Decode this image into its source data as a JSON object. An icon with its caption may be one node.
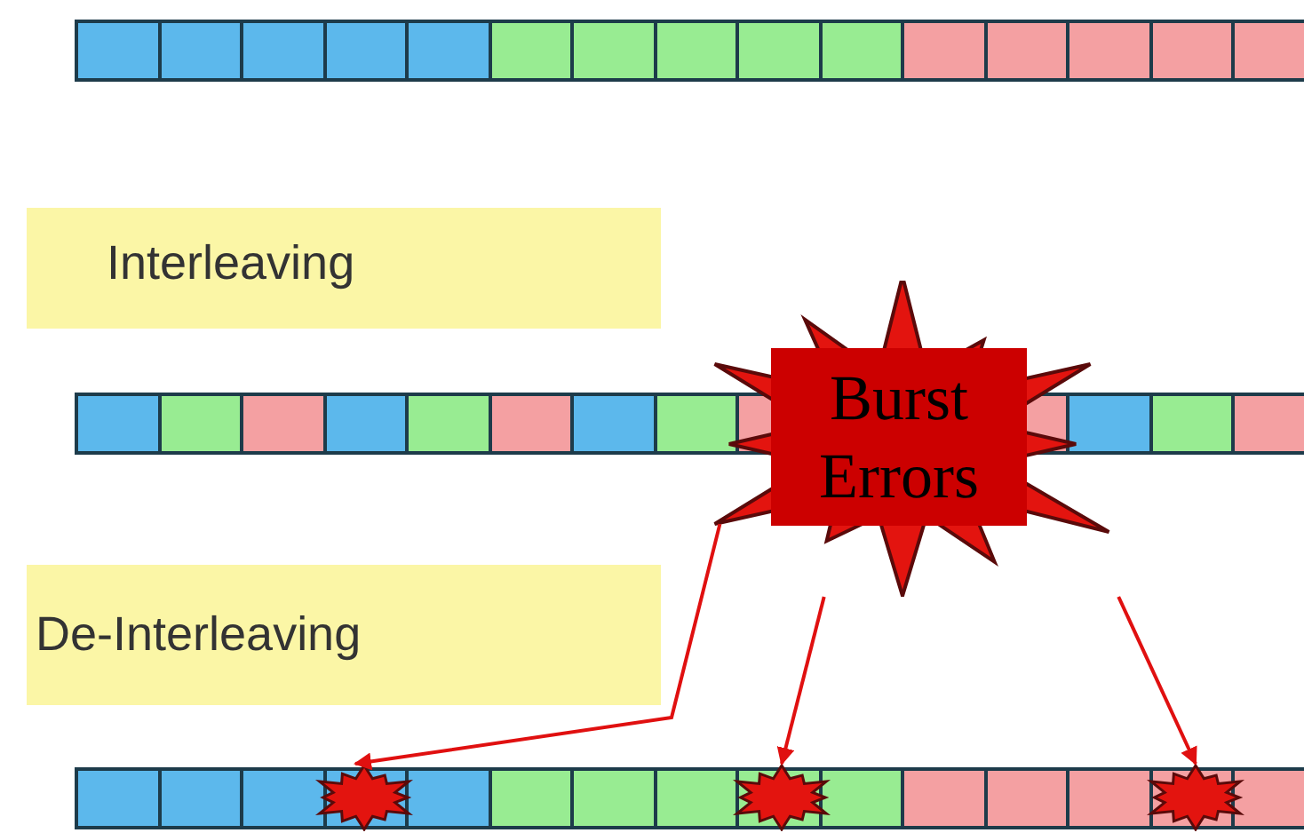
{
  "diagram": {
    "nodes": [
      {
        "text": [
          "Interleaving"
        ]
      },
      {
        "text": [
          "De-Interleaving"
        ]
      },
      {
        "text": [
          "Burst Errors"
        ]
      },
      {
        "text": [],
        "shape": "star"
      },
      {
        "text": [],
        "shape": "star"
      },
      {
        "text": [],
        "shape": "star"
      }
    ],
    "edges": [
      {
        "from": 2,
        "to": 3,
        "arrow": "to"
      },
      {
        "from": 2,
        "to": 4,
        "arrow": "to"
      },
      {
        "from": 2,
        "to": 5,
        "arrow": "to"
      }
    ]
  }
}
